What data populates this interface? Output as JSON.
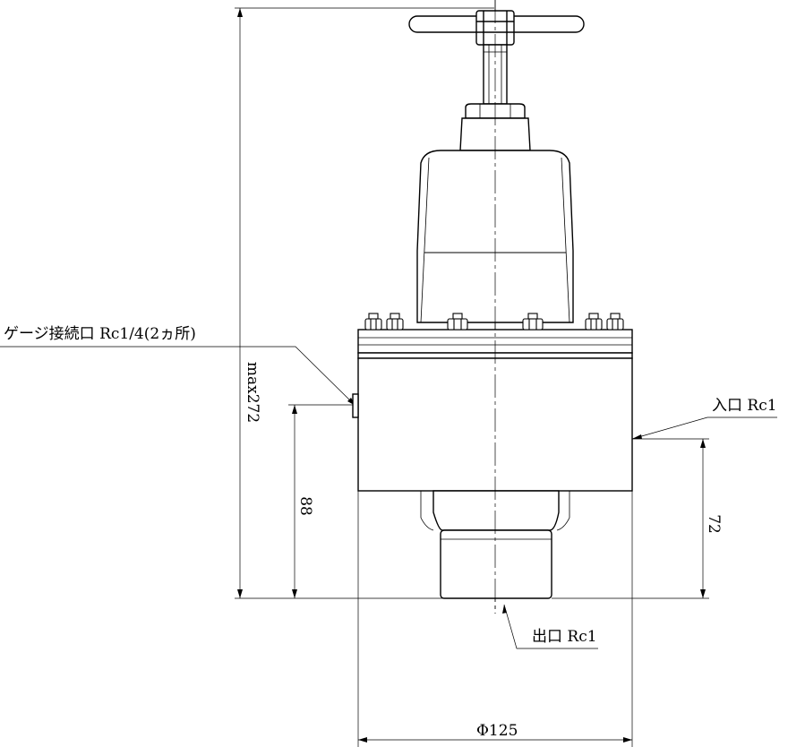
{
  "labels": {
    "gauge_port": "ゲージ接続口 Rc1/4(2ヵ所)",
    "inlet": "入口 Rc1",
    "outlet": "出口 Rc1"
  },
  "dimensions": {
    "total_height": "max272",
    "outlet_height": "88",
    "inlet_height": "72",
    "body_diameter": "Φ125"
  }
}
